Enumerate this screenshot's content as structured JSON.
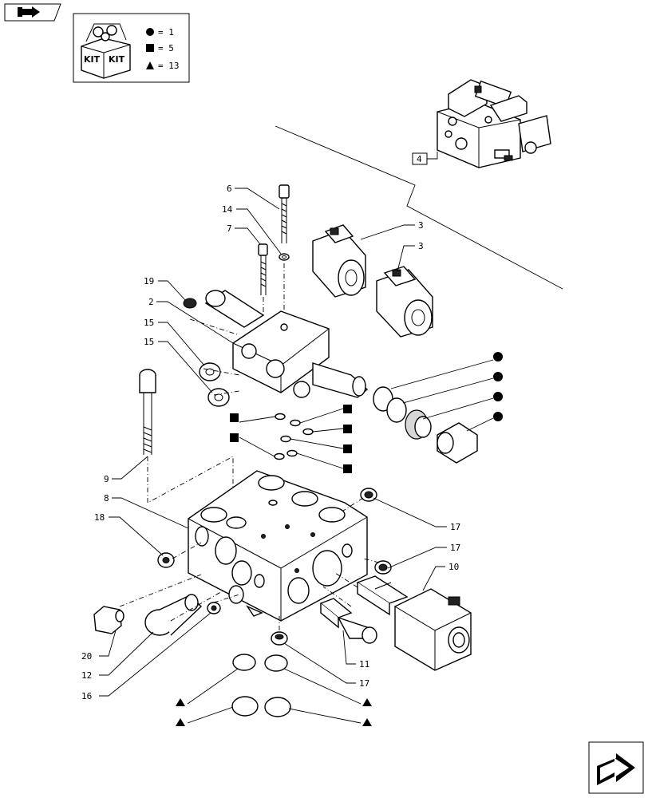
{
  "legend": {
    "kit_text_left": "KIT",
    "kit_text_right": "KIT",
    "items": [
      {
        "symbol": "circle",
        "text": "= 1"
      },
      {
        "symbol": "square",
        "text": "= 5"
      },
      {
        "symbol": "triangle",
        "text": "= 13"
      }
    ]
  },
  "ref_box": "4",
  "callouts": [
    "6",
    "14",
    "7",
    "19",
    "2",
    "15",
    "15",
    "9",
    "8",
    "18",
    "20",
    "12",
    "16",
    "3",
    "3",
    "17",
    "17",
    "10",
    "11",
    "17"
  ],
  "icons": {
    "top_left": "book-arrow-icon",
    "bottom_right": "next-page-arrow-icon"
  }
}
